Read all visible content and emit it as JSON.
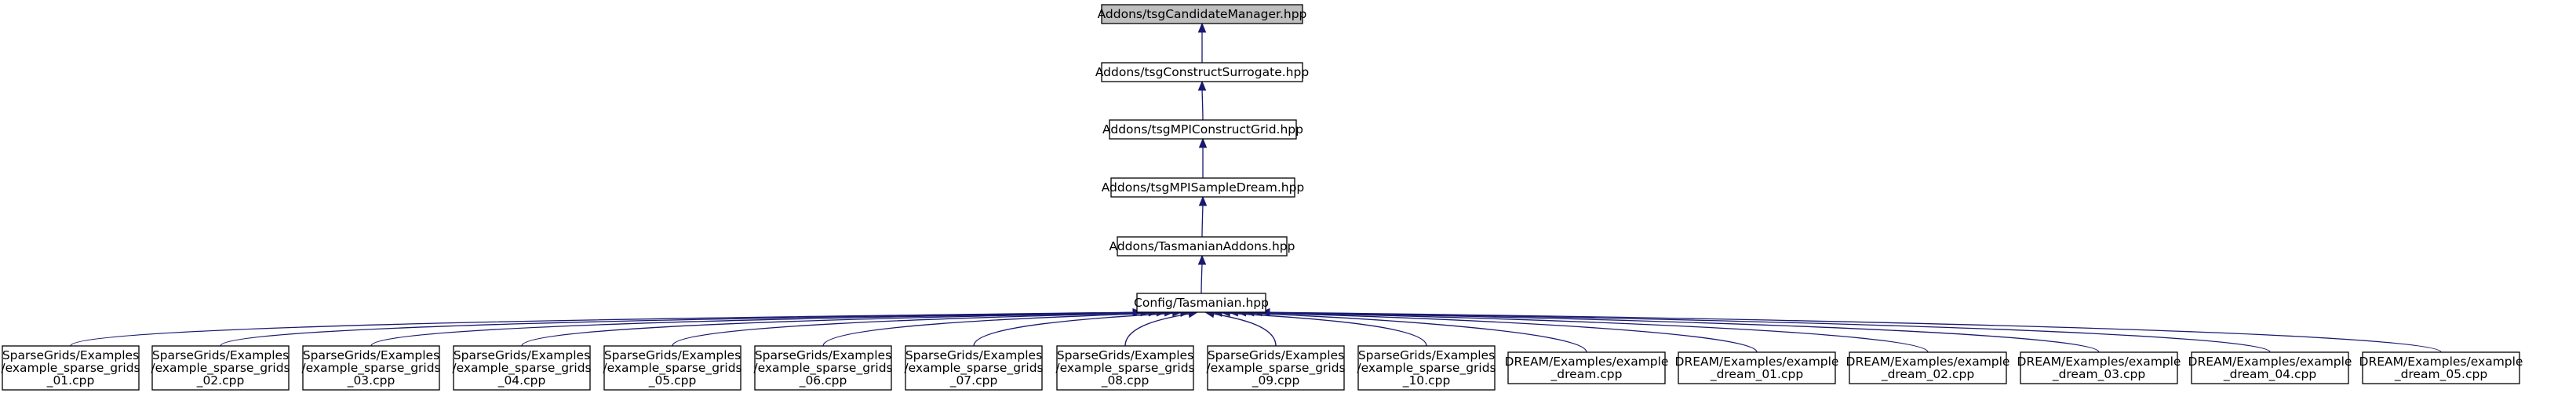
{
  "graph": {
    "type": "include-dependency-graph",
    "edge_color": "#191970",
    "root_fill": "#bfbfbf",
    "nodes": [
      {
        "id": "n0",
        "lines": [
          "Addons/tsgCandidateManager.hpp"
        ],
        "root": true
      },
      {
        "id": "n1",
        "lines": [
          "Addons/tsgConstructSurrogate.hpp"
        ]
      },
      {
        "id": "n2",
        "lines": [
          "Addons/tsgMPIConstructGrid.hpp"
        ]
      },
      {
        "id": "n3",
        "lines": [
          "Addons/tsgMPISampleDream.hpp"
        ]
      },
      {
        "id": "n4",
        "lines": [
          "Addons/TasmanianAddons.hpp"
        ]
      },
      {
        "id": "n5",
        "lines": [
          "Config/Tasmanian.hpp"
        ]
      },
      {
        "id": "l0",
        "lines": [
          "SparseGrids/Examples",
          "/example_sparse_grids",
          "_01.cpp"
        ]
      },
      {
        "id": "l1",
        "lines": [
          "SparseGrids/Examples",
          "/example_sparse_grids",
          "_02.cpp"
        ]
      },
      {
        "id": "l2",
        "lines": [
          "SparseGrids/Examples",
          "/example_sparse_grids",
          "_03.cpp"
        ]
      },
      {
        "id": "l3",
        "lines": [
          "SparseGrids/Examples",
          "/example_sparse_grids",
          "_04.cpp"
        ]
      },
      {
        "id": "l4",
        "lines": [
          "SparseGrids/Examples",
          "/example_sparse_grids",
          "_05.cpp"
        ]
      },
      {
        "id": "l5",
        "lines": [
          "SparseGrids/Examples",
          "/example_sparse_grids",
          "_06.cpp"
        ]
      },
      {
        "id": "l6",
        "lines": [
          "SparseGrids/Examples",
          "/example_sparse_grids",
          "_07.cpp"
        ]
      },
      {
        "id": "l7",
        "lines": [
          "SparseGrids/Examples",
          "/example_sparse_grids",
          "_08.cpp"
        ]
      },
      {
        "id": "l8",
        "lines": [
          "SparseGrids/Examples",
          "/example_sparse_grids",
          "_09.cpp"
        ]
      },
      {
        "id": "l9",
        "lines": [
          "SparseGrids/Examples",
          "/example_sparse_grids",
          "_10.cpp"
        ]
      },
      {
        "id": "l10",
        "lines": [
          "DREAM/Examples/example",
          "_dream.cpp"
        ]
      },
      {
        "id": "l11",
        "lines": [
          "DREAM/Examples/example",
          "_dream_01.cpp"
        ]
      },
      {
        "id": "l12",
        "lines": [
          "DREAM/Examples/example",
          "_dream_02.cpp"
        ]
      },
      {
        "id": "l13",
        "lines": [
          "DREAM/Examples/example",
          "_dream_03.cpp"
        ]
      },
      {
        "id": "l14",
        "lines": [
          "DREAM/Examples/example",
          "_dream_04.cpp"
        ]
      },
      {
        "id": "l15",
        "lines": [
          "DREAM/Examples/example",
          "_dream_05.cpp"
        ]
      }
    ],
    "edges": [
      [
        "n1",
        "n0"
      ],
      [
        "n2",
        "n1"
      ],
      [
        "n3",
        "n2"
      ],
      [
        "n4",
        "n3"
      ],
      [
        "n5",
        "n4"
      ],
      [
        "l0",
        "n5"
      ],
      [
        "l1",
        "n5"
      ],
      [
        "l2",
        "n5"
      ],
      [
        "l3",
        "n5"
      ],
      [
        "l4",
        "n5"
      ],
      [
        "l5",
        "n5"
      ],
      [
        "l6",
        "n5"
      ],
      [
        "l7",
        "n5"
      ],
      [
        "l8",
        "n5"
      ],
      [
        "l9",
        "n5"
      ],
      [
        "l10",
        "n5"
      ],
      [
        "l11",
        "n5"
      ],
      [
        "l12",
        "n5"
      ],
      [
        "l13",
        "n5"
      ],
      [
        "l14",
        "n5"
      ],
      [
        "l15",
        "n5"
      ]
    ]
  }
}
